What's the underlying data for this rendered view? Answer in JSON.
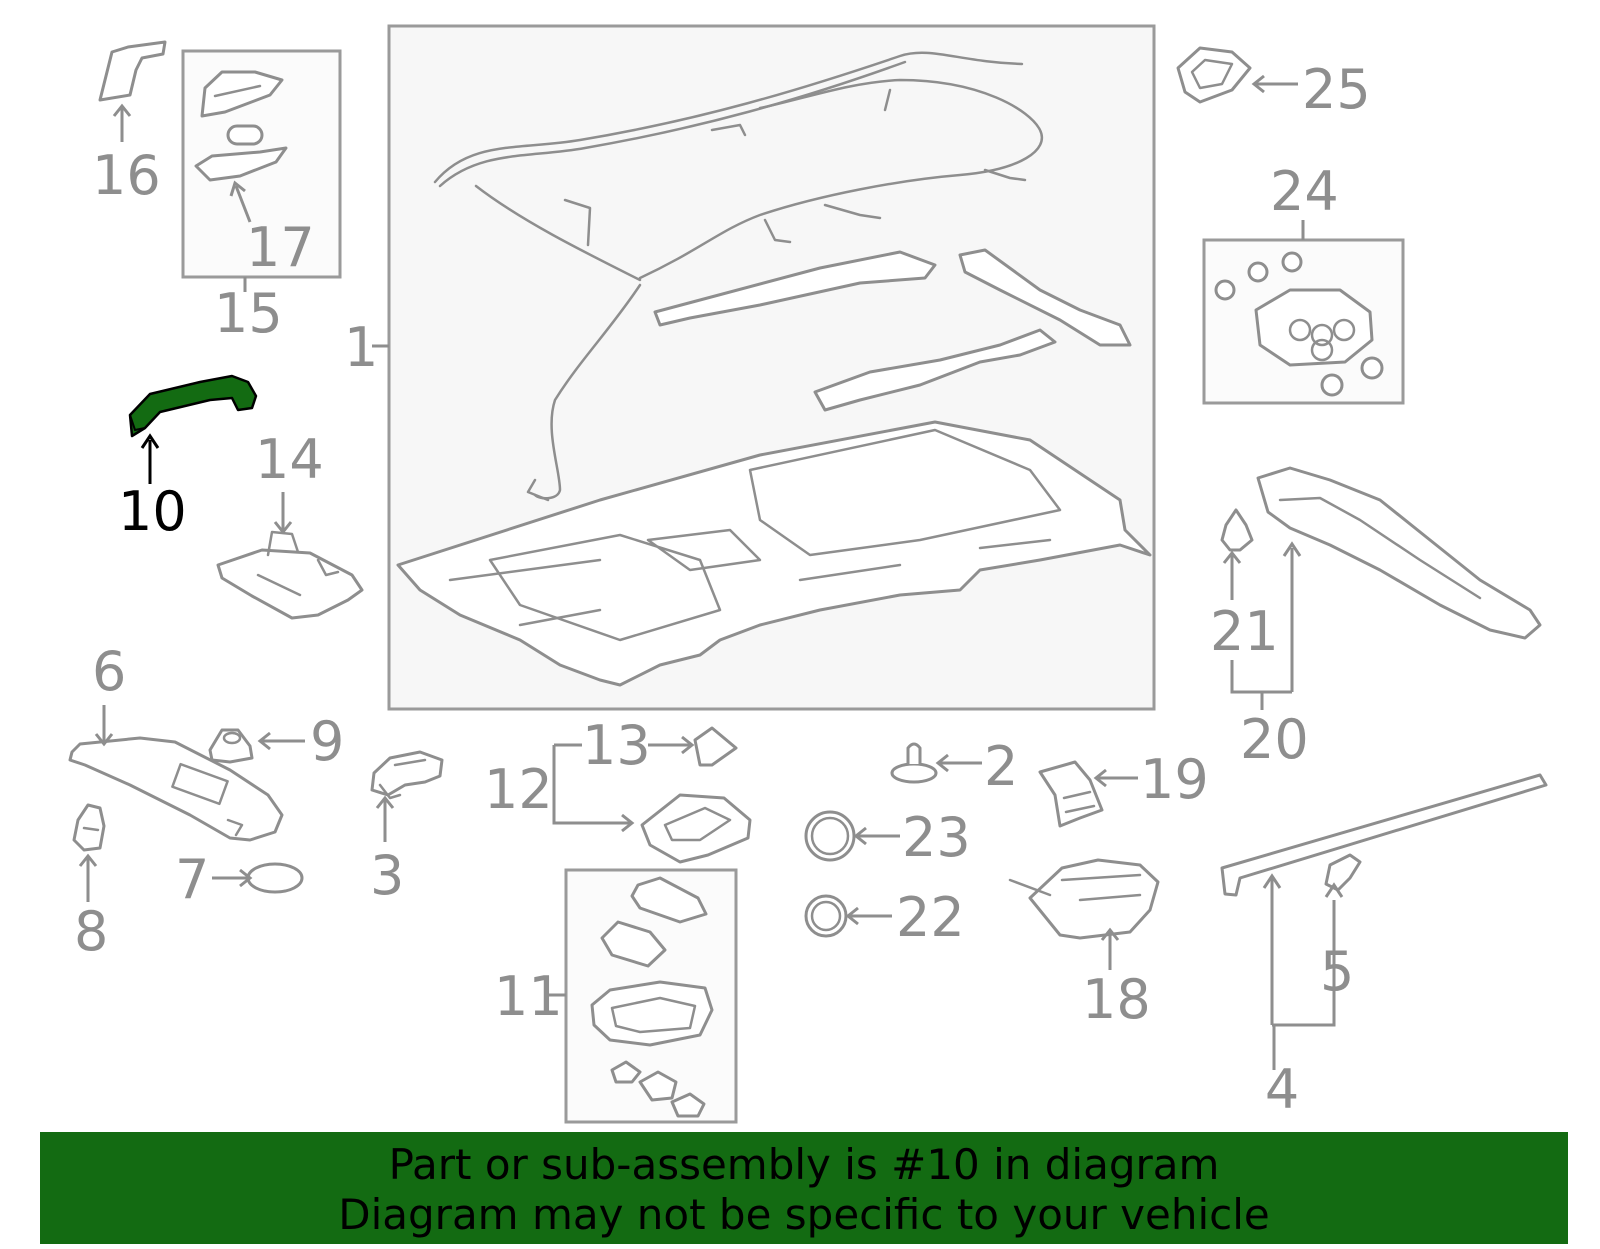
{
  "highlight_color": "#136b12",
  "labels": {
    "p1": "1",
    "p2": "2",
    "p3": "3",
    "p4": "4",
    "p5": "5",
    "p6": "6",
    "p7": "7",
    "p8": "8",
    "p9": "9",
    "p10": "10",
    "p11": "11",
    "p12": "12",
    "p13": "13",
    "p14": "14",
    "p15": "15",
    "p16": "16",
    "p17": "17",
    "p18": "18",
    "p19": "19",
    "p20": "20",
    "p21": "21",
    "p22": "22",
    "p23": "23",
    "p24": "24",
    "p25": "25"
  },
  "banner": {
    "line1": "Part or sub-assembly is #10 in diagram",
    "line2": "Diagram may not be specific to your vehicle"
  }
}
